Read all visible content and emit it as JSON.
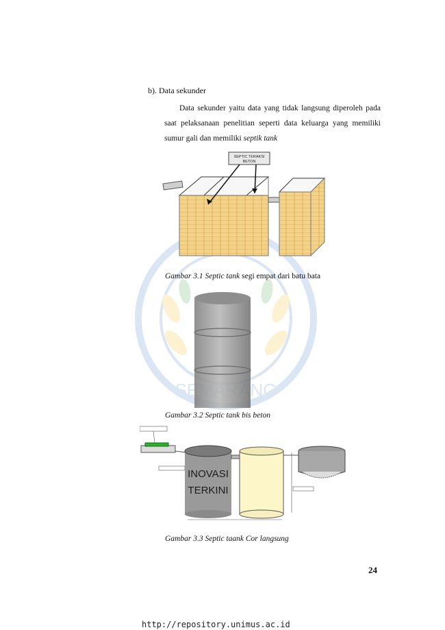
{
  "document": {
    "heading": "b). Data sekunder",
    "paragraph_parts": {
      "lead": "Data sekunder yaitu data yang tidak langsung diperoleh pada saat pelaksanaan penelitian seperti  data keluarga yang memiliki sumur gali dan memiliki ",
      "emphasis": "septik tank"
    },
    "figures": [
      {
        "caption_italic": "Gambar 3.1 Septic tank",
        "caption_normal": " segi empat dari batu bata",
        "callout": "SEPTIC TERAKSI\nBETON"
      },
      {
        "caption_italic": "Gambar 3.2 Septic tank bis beton",
        "caption_normal": ""
      },
      {
        "caption_italic": "Gambar 3.3 Septic taank Cor langsung",
        "caption_normal": "",
        "tank_text_1": "INOVASI",
        "tank_text_2": "TERKINI"
      }
    ],
    "watermark_text": "SEMARANG",
    "page_number": "24",
    "footer_url": "http://repository.unimus.ac.id"
  },
  "colors": {
    "brick": "#f3d28a",
    "concrete": "#9a9a9a",
    "watermark": "#3a78c8"
  }
}
